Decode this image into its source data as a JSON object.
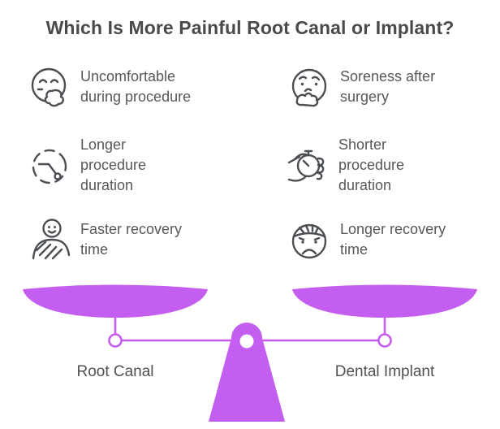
{
  "title": "Which Is More Painful Root Canal or Implant?",
  "colors": {
    "accent": "#c45ef0",
    "title_text": "#4a4a4a",
    "body_text": "#55585b",
    "icon_stroke": "#4b4e52"
  },
  "left_column": {
    "items": [
      {
        "icon": "swollen-cheek-face-icon",
        "text": "Uncomfortable during procedure"
      },
      {
        "icon": "clock-icon",
        "text": "Longer procedure duration"
      },
      {
        "icon": "bandaged-arm-person-icon",
        "text": "Faster recovery time"
      }
    ]
  },
  "right_column": {
    "items": [
      {
        "icon": "sore-face-icon",
        "text": "Soreness after surgery"
      },
      {
        "icon": "hand-stopwatch-icon",
        "text": "Shorter procedure duration"
      },
      {
        "icon": "head-bandage-sad-face-icon",
        "text": "Longer recovery time"
      }
    ]
  },
  "scale": {
    "left_label": "Root Canal",
    "right_label": "Dental Implant"
  }
}
